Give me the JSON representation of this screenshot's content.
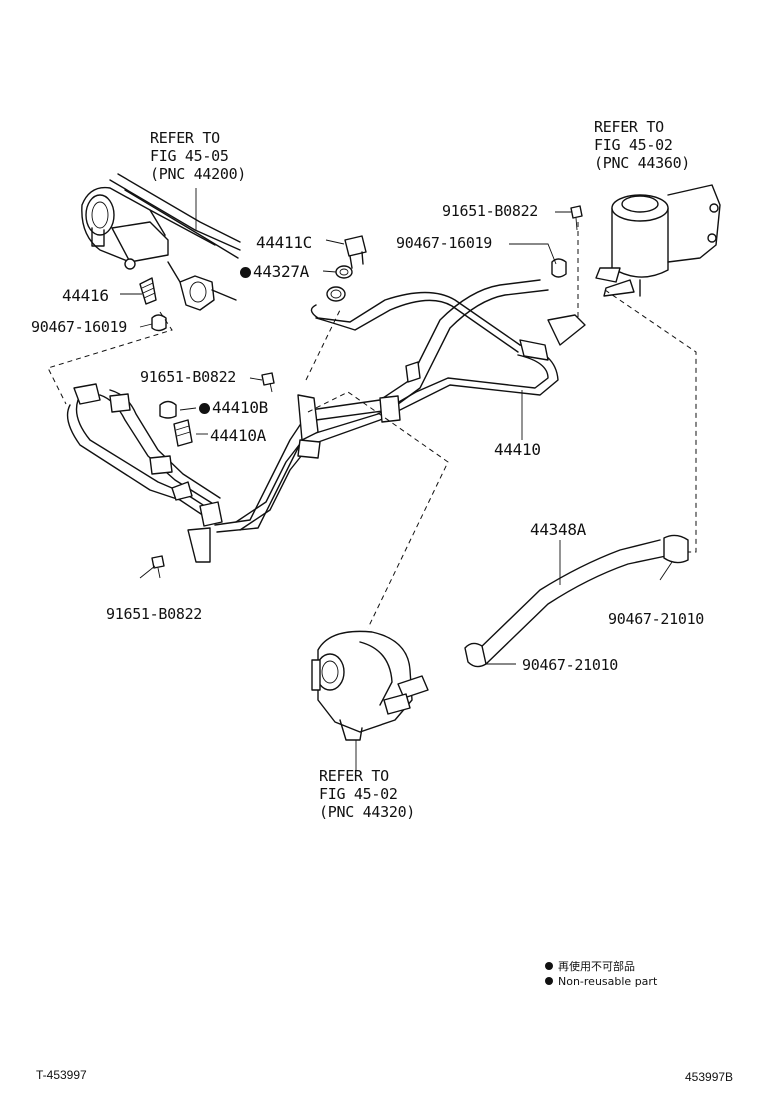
{
  "refs": {
    "gear": [
      "REFER TO",
      "FIG 45-05",
      "(PNC 44200)"
    ],
    "reservoir": [
      "REFER TO",
      "FIG 45-02",
      "(PNC 44360)"
    ],
    "pump": [
      "REFER TO",
      "FIG 45-02",
      "(PNC 44320)"
    ]
  },
  "parts": {
    "p44411C": "44411C",
    "p44327A": "44327A",
    "p44416": "44416",
    "p90467_16019_left": "90467-16019",
    "p91651_B0822_top": "91651-B0822",
    "p90467_16019_right": "90467-16019",
    "p91651_B0822_mid": "91651-B0822",
    "p44410B": "44410B",
    "p44410A": "44410A",
    "p44410": "44410",
    "p44348A": "44348A",
    "p91651_B0822_bottom": "91651-B0822",
    "p90467_21010_right": "90467-21010",
    "p90467_21010_mid": "90467-21010"
  },
  "legend": {
    "jp": "再使用不可部品",
    "en": "Non-reusable part"
  },
  "footer": {
    "left": "T-453997",
    "right": "453997B"
  }
}
